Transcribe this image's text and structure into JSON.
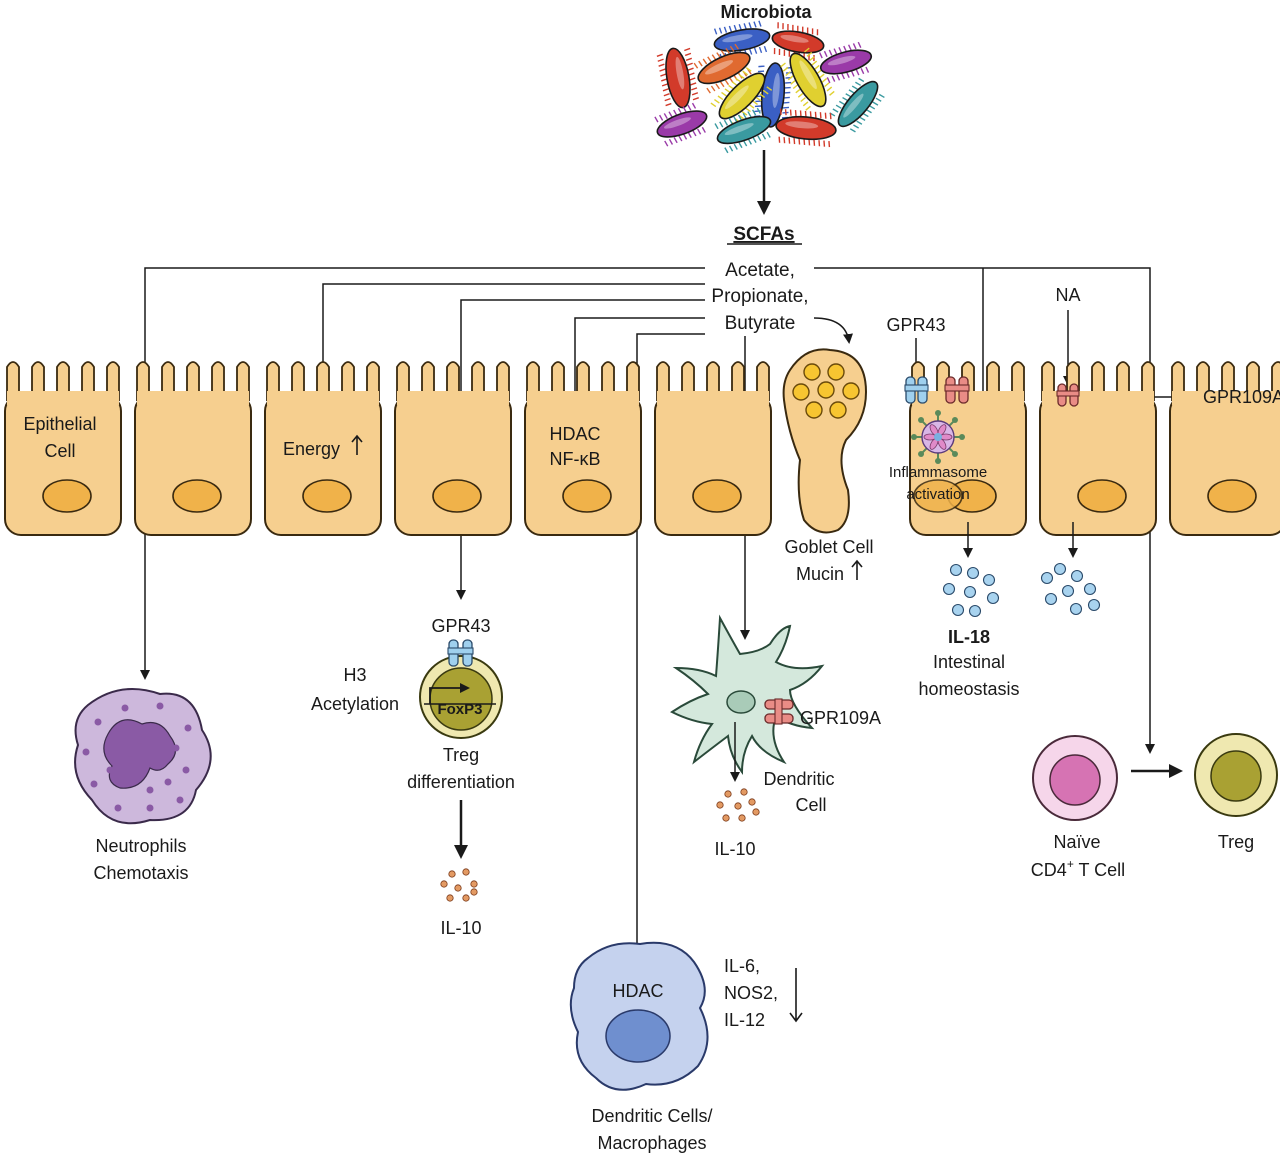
{
  "microbiota": "Microbiota",
  "scfas": {
    "title": "SCFAs",
    "acetate": "Acetate,",
    "propionate": "Propionate,",
    "butyrate": "Butyrate"
  },
  "epithelium": {
    "epithelial_cell_line1": "Epithelial",
    "epithelial_cell_line2": "Cell",
    "energy": "Energy",
    "hdac": "HDAC",
    "nfkb": "NF-κB",
    "goblet_line1": "Goblet Cell",
    "goblet_line2": "Mucin",
    "gpr43": "GPR43",
    "na": "NA",
    "gpr109a": "GPR109A",
    "inflammasome_line1": "Inflammasome",
    "inflammasome_line2": "activation"
  },
  "il18": {
    "line1": "IL-18",
    "line2": "Intestinal",
    "line3": "homeostasis"
  },
  "neutrophils": {
    "line1": "Neutrophils",
    "line2": "Chemotaxis"
  },
  "treg_diff": {
    "gpr43": "GPR43",
    "h3_line1": "H3",
    "h3_line2": "Acetylation",
    "foxp3": "FoxP3",
    "line1": "Treg",
    "line2": "differentiation",
    "il10": "IL-10"
  },
  "dendritic": {
    "gpr109a": "GPR109A",
    "line1": "Dendritic",
    "line2": "Cell",
    "il10": "IL-10"
  },
  "macrophage": {
    "hdac": "HDAC",
    "cyto_line1": "IL-6,",
    "cyto_line2": "NOS2,",
    "cyto_line3": "IL-12",
    "line1": "Dendritic Cells/",
    "line2": "Macrophages"
  },
  "tcell": {
    "naive_line1": "Naïve",
    "naive_line2": "CD4",
    "naive_sup": "+",
    "naive_line2b": " T Cell",
    "treg": "Treg"
  },
  "colors": {
    "epithelium_fill": "#f6cf8f",
    "epithelium_stroke": "#3a2a10",
    "nucleus": "#f0b24a",
    "goblet_granule": "#f7c531",
    "gpr43_blue": "#9fd0ee",
    "gpr109a_red": "#e98c86",
    "il18_dot": "#a8d3ef",
    "il10_dot": "#e39a63",
    "neutrophil": "#c5b0d6",
    "neutrophil_nucleus": "#8a5aa5",
    "treg_outer": "#efe8b0",
    "treg_inner": "#a9a133",
    "dendritic": "#d4e8dc",
    "macrophage": "#c5d2ee",
    "macrophage_nucleus": "#6f8fcf",
    "naive_outer": "#f6d6ea",
    "naive_inner": "#d673b3"
  }
}
